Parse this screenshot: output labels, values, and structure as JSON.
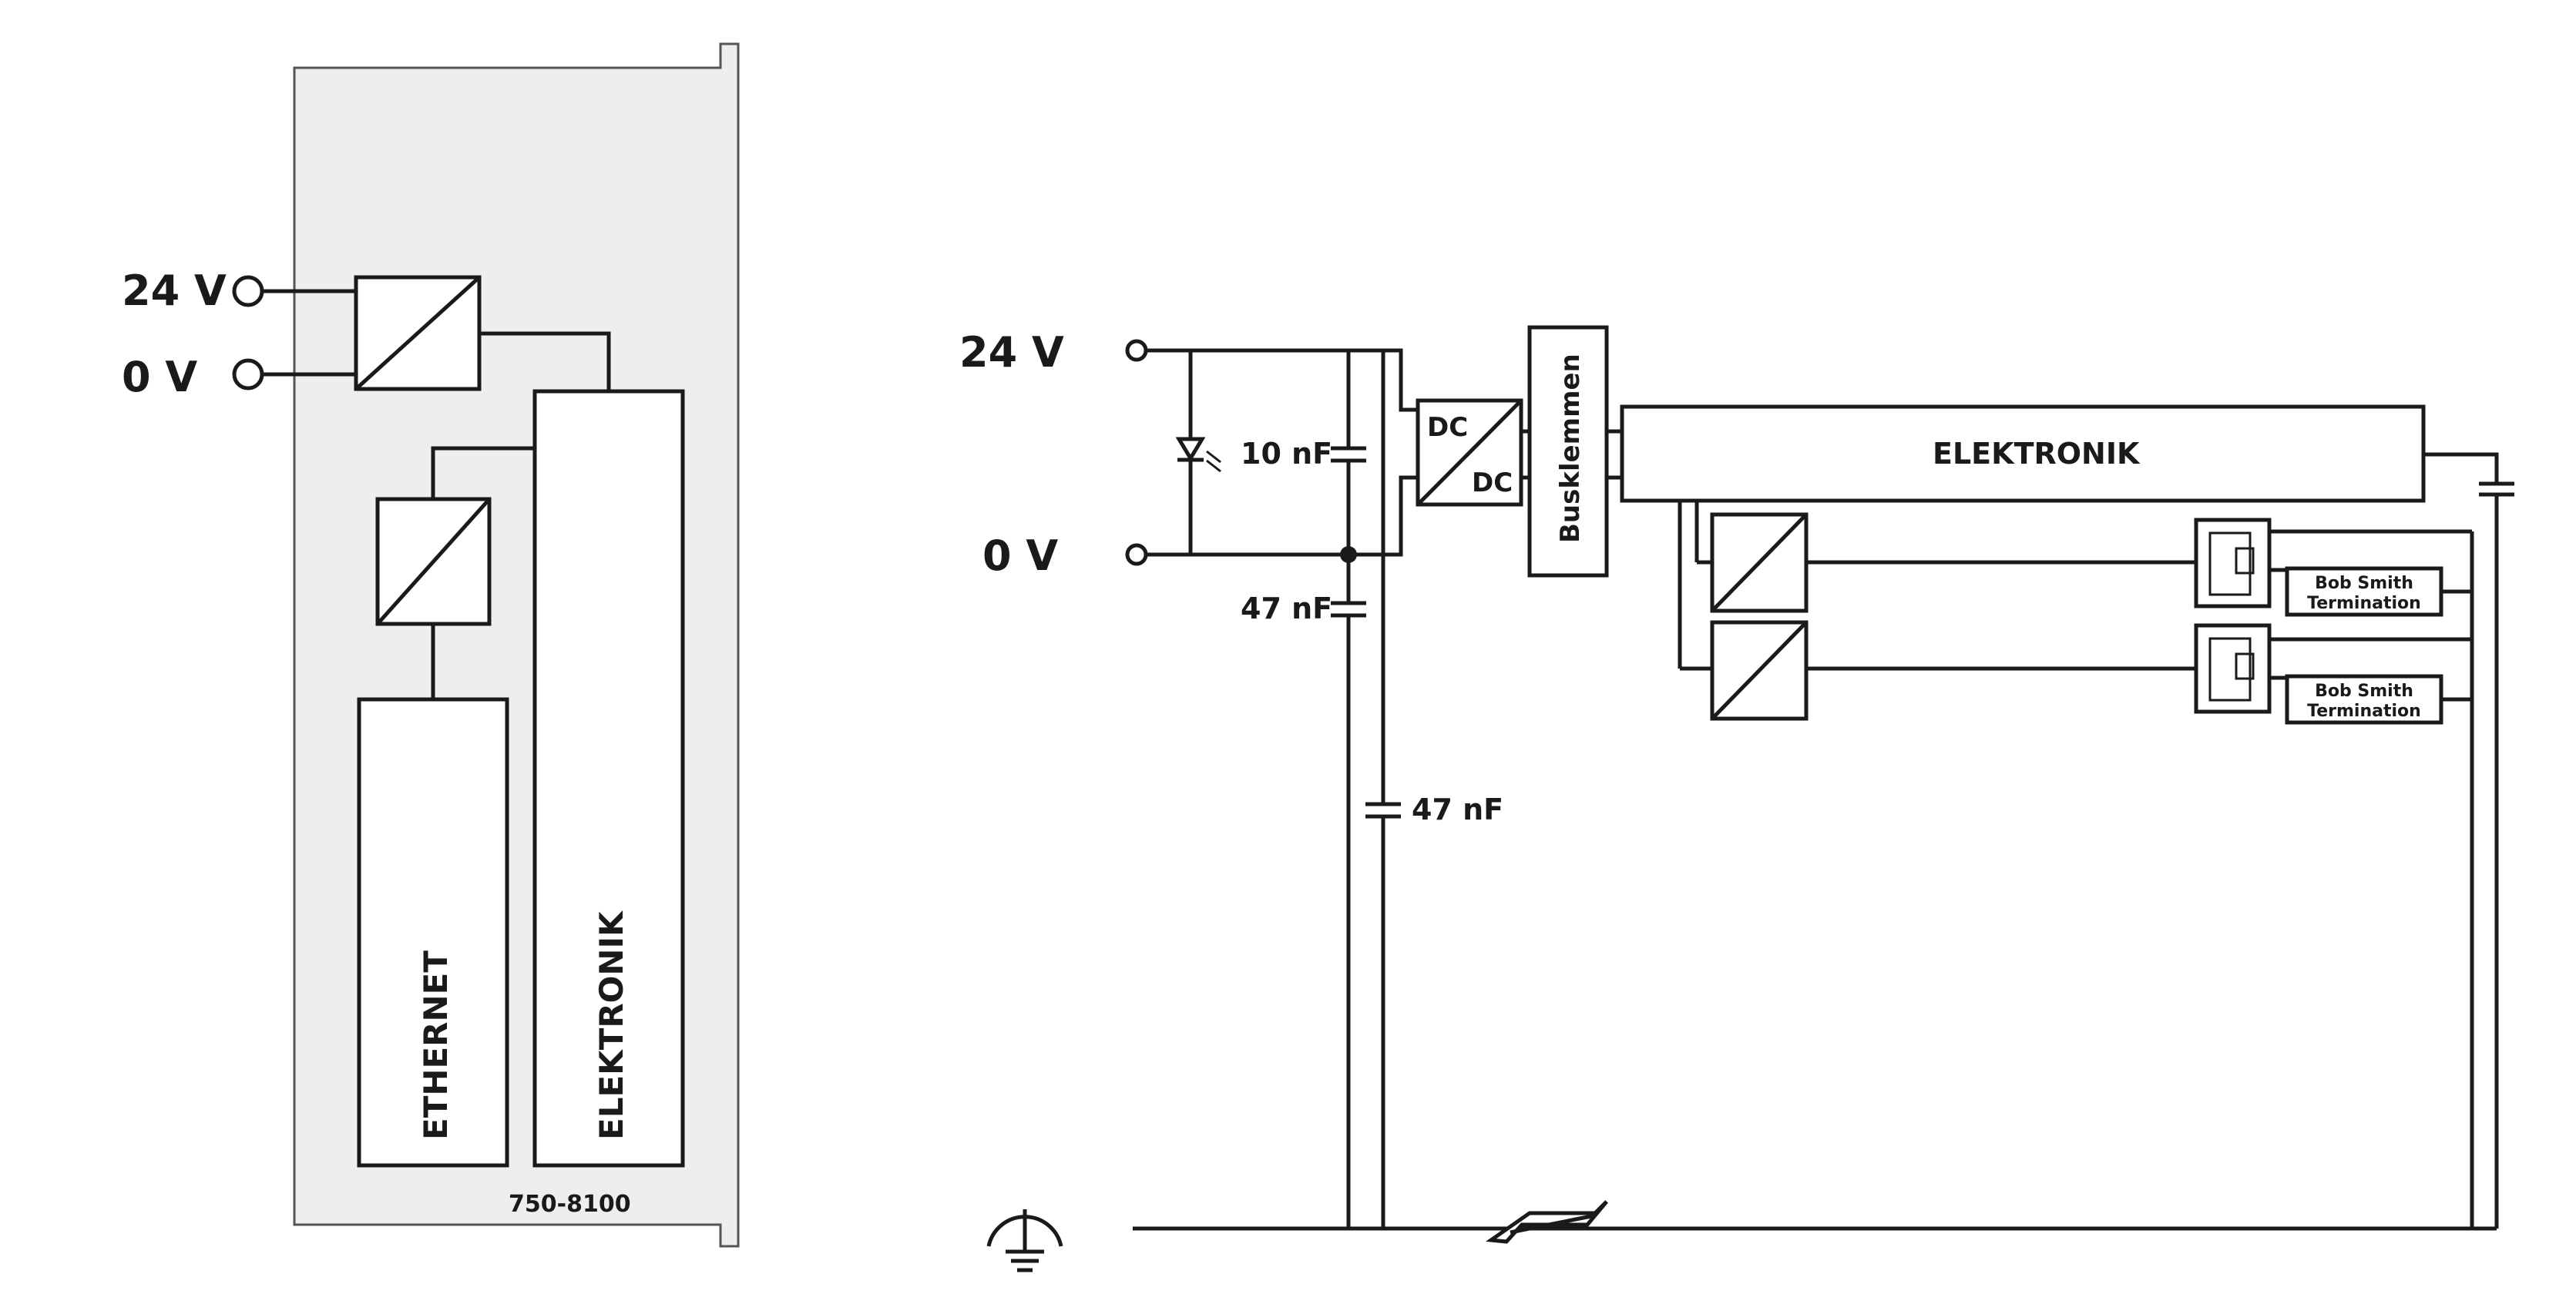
{
  "left_module": {
    "terminal_24v": "24 V",
    "terminal_0v": "0 V",
    "ethernet_label": "ETHERNET",
    "elektronik_label": "ELEKTRONIK",
    "model_number": "750-8100"
  },
  "right_circuit": {
    "terminal_24v": "24 V",
    "terminal_0v": "0 V",
    "cap_10nf": "10 nF",
    "cap_47nf_upper": "47 nF",
    "cap_47nf_lower": "47 nF",
    "dc_in": "DC",
    "dc_out": "DC",
    "busklemmen": "Busklemmen",
    "elektronik_label": "ELEKTRONIK",
    "termination_1": {
      "line1": "Bob Smith",
      "line2": "Termination"
    },
    "termination_2": {
      "line1": "Bob Smith",
      "line2": "Termination"
    }
  },
  "icons": {
    "ground": "ground-icon",
    "din_rail": "din-rail-icon",
    "led": "led-icon",
    "converter": "dc-converter-icon",
    "rj45": "rj45-port-icon"
  }
}
